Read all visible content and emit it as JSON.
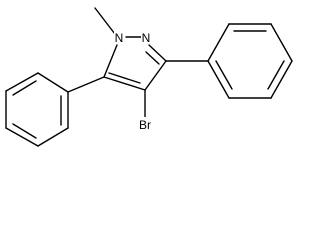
{
  "molecule": {
    "atom_labels": {
      "n1": "N",
      "n2": "N",
      "br": "Br"
    }
  },
  "colors": {
    "background": "#ffffff",
    "ink": "#000000"
  }
}
